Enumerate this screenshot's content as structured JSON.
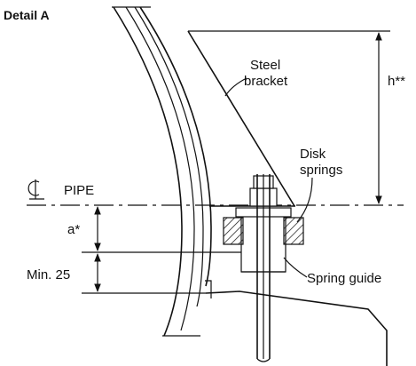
{
  "title": "Detail A",
  "labels": {
    "steel_bracket_line1": "Steel",
    "steel_bracket_line2": "bracket",
    "disk_springs_line1": "Disk",
    "disk_springs_line2": "springs",
    "pipe": "PIPE",
    "h_dim": "h**",
    "a_dim": "a*",
    "min_dim": "Min. 25",
    "spring_guide": "Spring guide"
  },
  "colors": {
    "ink": "#111111",
    "background": "#ffffff"
  },
  "icons": {
    "centerline": "centerline-symbol-icon"
  }
}
